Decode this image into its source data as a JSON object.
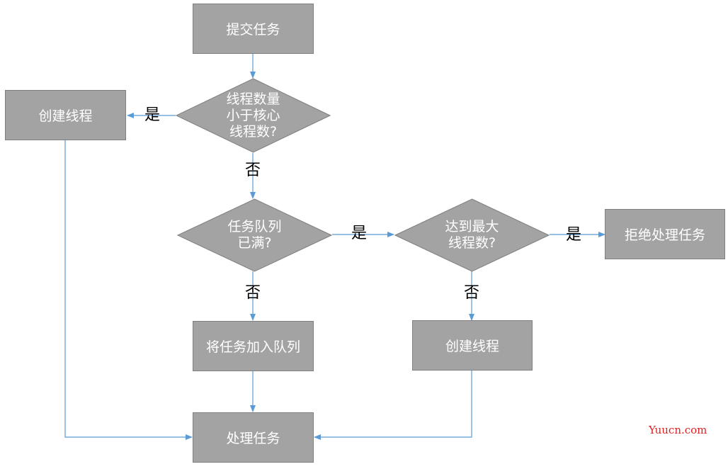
{
  "nodes": {
    "submit": "提交任务",
    "decision_core": [
      "线程数量",
      "小于核心",
      "线程数?"
    ],
    "create_left": "创建线程",
    "decision_queue": [
      "任务队列",
      "已满?"
    ],
    "decision_max": [
      "达到最大",
      "线程数?"
    ],
    "reject": "拒绝处理任务",
    "enqueue": "将任务加入队列",
    "create_right": "创建线程",
    "process": "处理任务"
  },
  "edge_labels": {
    "yes_core": "是",
    "no_core": "否",
    "yes_queue": "是",
    "no_queue": "否",
    "yes_max": "是",
    "no_max": "否"
  },
  "watermark": "Yuucn.com",
  "colors": {
    "node_fill": "#a3a3a3",
    "node_border": "#7f7f7f",
    "arrow": "#5b9bd5",
    "watermark": "#e02020"
  }
}
